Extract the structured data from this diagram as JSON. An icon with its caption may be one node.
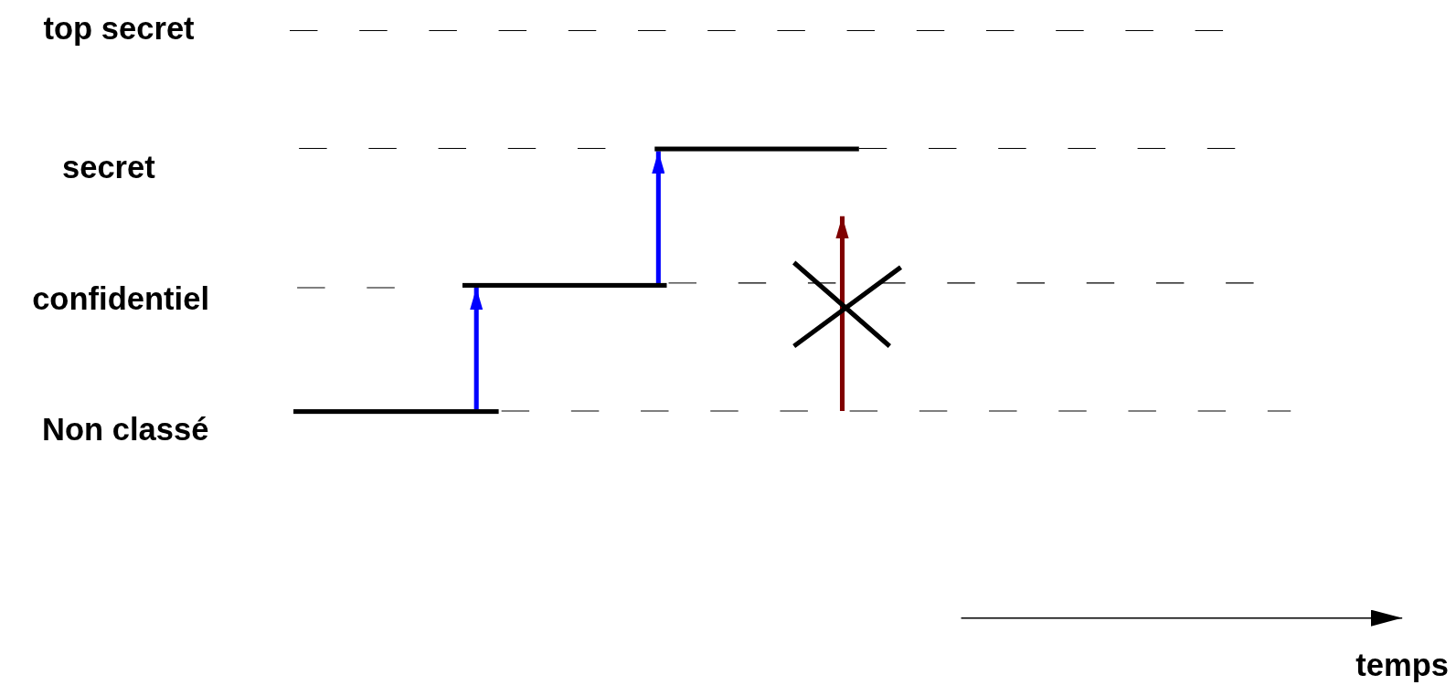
{
  "diagram": {
    "nodes": [
      {
        "text": [],
        "shape": "bar"
      },
      {
        "text": [],
        "shape": "bar"
      },
      {
        "text": [],
        "shape": "bar"
      }
    ],
    "edges": [
      {
        "from": 0,
        "to": 1,
        "arrow": "to"
      },
      {
        "from": 1,
        "to": 2,
        "arrow": "to"
      }
    ],
    "labels": [
      "top secret",
      "secret",
      "confidentiel",
      "Non classé",
      "temps"
    ]
  }
}
